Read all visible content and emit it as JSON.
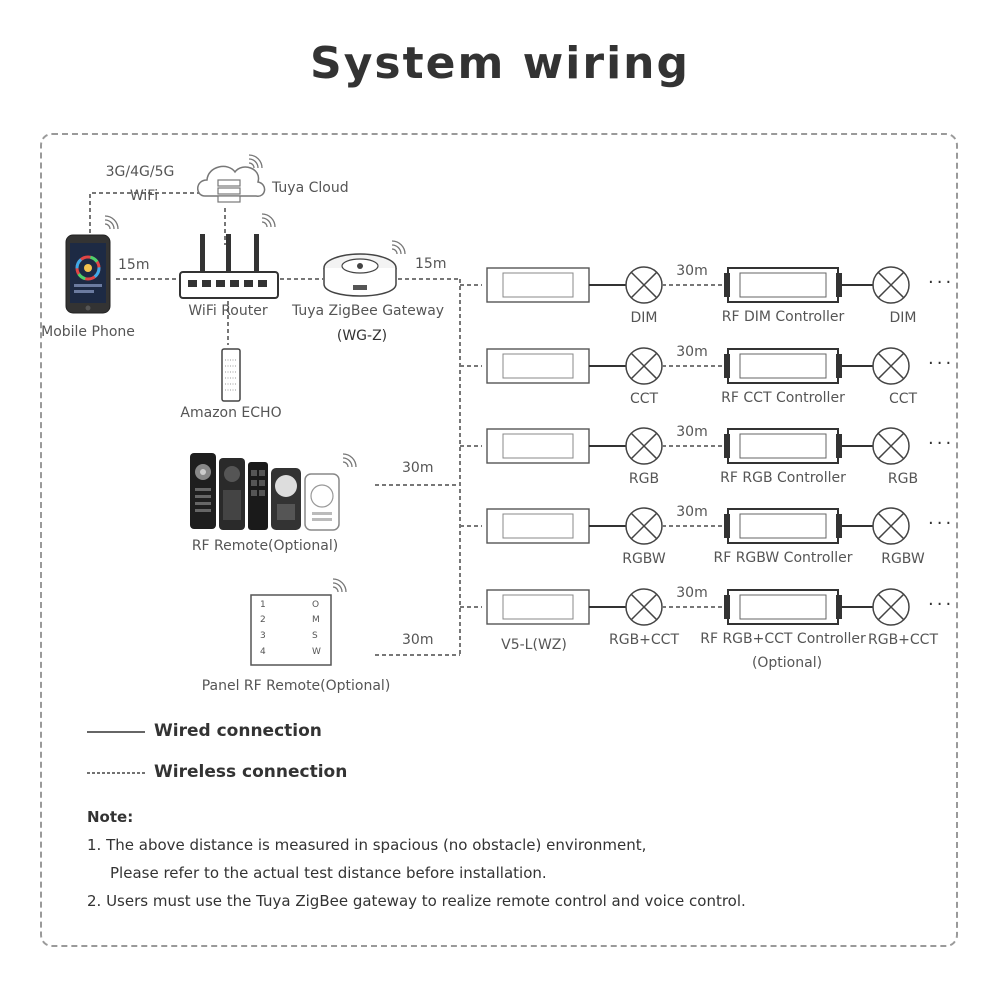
{
  "title": "System wiring",
  "top": {
    "network": "3G/4G/5G",
    "wifi": "WiFi",
    "cloud": "Tuya Cloud",
    "phone": "Mobile Phone",
    "router": "WiFi Router",
    "gateway": "Tuya ZigBee Gateway",
    "gateway_model": "(WG-Z)",
    "echo": "Amazon ECHO",
    "dist_phone_router": "15m",
    "dist_gateway_bus": "15m",
    "rf_remote": "RF Remote(Optional)",
    "panel_remote": "Panel RF Remote(Optional)",
    "dist_rf_remote": "30m",
    "dist_panel_remote": "30m"
  },
  "panel_labels": [
    "1",
    "2",
    "3",
    "4",
    "O",
    "M",
    "S",
    "W"
  ],
  "receiver_label": "V5-L(WZ)",
  "rows": [
    {
      "light": "DIM",
      "dist": "30m",
      "controller": "RF DIM Controller",
      "light2": "DIM"
    },
    {
      "light": "CCT",
      "dist": "30m",
      "controller": "RF CCT Controller",
      "light2": "CCT"
    },
    {
      "light": "RGB",
      "dist": "30m",
      "controller": "RF RGB Controller",
      "light2": "RGB"
    },
    {
      "light": "RGBW",
      "dist": "30m",
      "controller": "RF RGBW Controller",
      "light2": "RGBW"
    },
    {
      "light": "RGB+CCT",
      "dist": "30m",
      "controller": "RF RGB+CCT Controller",
      "controller_note": "(Optional)",
      "light2": "RGB+CCT"
    }
  ],
  "ellipsis": "···",
  "legend": {
    "wired": "Wired connection",
    "wireless": "Wireless connection"
  },
  "notes": {
    "heading": "Note:",
    "line1": "1. The above distance is measured in spacious (no obstacle) environment,",
    "line1b": "Please refer to the actual test distance before installation.",
    "line2": "2. Users must use the Tuya ZigBee gateway to realize remote control and voice control."
  }
}
